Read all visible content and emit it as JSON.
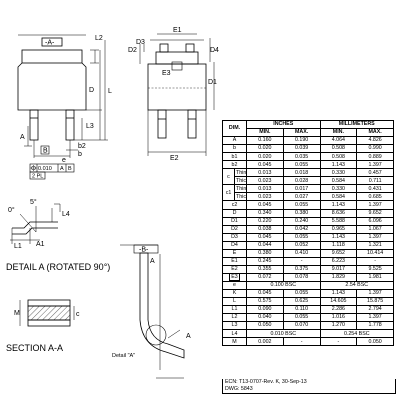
{
  "drawing_labels": {
    "datum_a": "-A-",
    "datum_b": "-B-",
    "L2": "L2",
    "D": "D",
    "L": "L",
    "L3": "L3",
    "A": "A",
    "B": "B",
    "b2": "b2",
    "b": "b",
    "e": "e",
    "tol_value": "0.010",
    "tol_ab": "A",
    "tol_bb": "B",
    "two_pl": "2 PL",
    "D2": "D2",
    "D3": "D3",
    "E1": "E1",
    "D4": "D4",
    "E3": "E3",
    "D1": "D1",
    "E2": "E2",
    "angle_left": "0°",
    "angle_right": "5°",
    "L4": "L4",
    "L1": "L1",
    "A1": "A1",
    "detail_title": "DETAIL A (ROTATED 90°)",
    "section_title": "SECTION A-A",
    "M": "M",
    "c": "c",
    "detail_ref": "Detail \"A\"",
    "aa_left": "A",
    "aa_right": "A"
  },
  "table": {
    "header_inches": "INCHES",
    "header_mm": "MILLIMETERS",
    "col_dim": "DIM.",
    "col_min": "MIN.",
    "col_max": "MAX.",
    "rows": [
      {
        "dim": "A",
        "sub": "",
        "in_min": "0.160",
        "in_max": "0.190",
        "mm_min": "4.064",
        "mm_max": "4.826"
      },
      {
        "dim": "b",
        "sub": "",
        "in_min": "0.020",
        "in_max": "0.039",
        "mm_min": "0.508",
        "mm_max": "0.990"
      },
      {
        "dim": "b1",
        "sub": "",
        "in_min": "0.020",
        "in_max": "0.035",
        "mm_min": "0.508",
        "mm_max": "0.889"
      },
      {
        "dim": "b2",
        "sub": "",
        "in_min": "0.045",
        "in_max": "0.055",
        "mm_min": "1.143",
        "mm_max": "1.397"
      },
      {
        "dim": "c",
        "sub": "Thin lead",
        "in_min": "0.013",
        "in_max": "0.018",
        "mm_min": "0.330",
        "mm_max": "0.457"
      },
      {
        "dim": "",
        "sub": "Thick lead",
        "in_min": "0.023",
        "in_max": "0.028",
        "mm_min": "0.584",
        "mm_max": "0.711"
      },
      {
        "dim": "c1",
        "sub": "Thin lead",
        "in_min": "0.013",
        "in_max": "0.017",
        "mm_min": "0.330",
        "mm_max": "0.431"
      },
      {
        "dim": "",
        "sub": "Thick lead",
        "in_min": "0.023",
        "in_max": "0.027",
        "mm_min": "0.584",
        "mm_max": "0.685"
      },
      {
        "dim": "c2",
        "sub": "",
        "in_min": "0.045",
        "in_max": "0.055",
        "mm_min": "1.143",
        "mm_max": "1.397"
      },
      {
        "dim": "D",
        "sub": "",
        "in_min": "0.340",
        "in_max": "0.380",
        "mm_min": "8.636",
        "mm_max": "9.652"
      },
      {
        "dim": "D1",
        "sub": "",
        "in_min": "0.220",
        "in_max": "0.240",
        "mm_min": "5.588",
        "mm_max": "6.096"
      },
      {
        "dim": "D2",
        "sub": "",
        "in_min": "0.038",
        "in_max": "0.042",
        "mm_min": "0.965",
        "mm_max": "1.067"
      },
      {
        "dim": "D3",
        "sub": "",
        "in_min": "0.045",
        "in_max": "0.055",
        "mm_min": "1.143",
        "mm_max": "1.397"
      },
      {
        "dim": "D4",
        "sub": "",
        "in_min": "0.044",
        "in_max": "0.052",
        "mm_min": "1.118",
        "mm_max": "1.321"
      },
      {
        "dim": "E",
        "sub": "",
        "in_min": "0.380",
        "in_max": "0.410",
        "mm_min": "9.652",
        "mm_max": "10.414"
      },
      {
        "dim": "E1",
        "sub": "",
        "in_min": "0.245",
        "in_max": "-",
        "mm_min": "6.223",
        "mm_max": "-"
      },
      {
        "dim": "E2",
        "sub": "",
        "in_min": "0.355",
        "in_max": "0.375",
        "mm_min": "9.017",
        "mm_max": "9.525"
      },
      {
        "dim": "E3",
        "sub": "",
        "in_min": "0.072",
        "in_max": "0.078",
        "mm_min": "1.829",
        "mm_max": "1.981"
      },
      {
        "dim": "e",
        "sub": "",
        "in_span": "0.100 BSC",
        "mm_span": "2.54 BSC"
      },
      {
        "dim": "K",
        "sub": "",
        "in_min": "0.045",
        "in_max": "0.055",
        "mm_min": "1.143",
        "mm_max": "1.397"
      },
      {
        "dim": "L",
        "sub": "",
        "in_min": "0.575",
        "in_max": "0.625",
        "mm_min": "14.605",
        "mm_max": "15.875"
      },
      {
        "dim": "L1",
        "sub": "",
        "in_min": "0.090",
        "in_max": "0.110",
        "mm_min": "2.286",
        "mm_max": "2.794"
      },
      {
        "dim": "L2",
        "sub": "",
        "in_min": "0.040",
        "in_max": "0.055",
        "mm_min": "1.016",
        "mm_max": "1.397"
      },
      {
        "dim": "L3",
        "sub": "",
        "in_min": "0.050",
        "in_max": "0.070",
        "mm_min": "1.270",
        "mm_max": "1.778"
      },
      {
        "dim": "L4",
        "sub": "",
        "in_span": "0.010 BSC",
        "mm_span": "0.254 BSC"
      },
      {
        "dim": "M",
        "sub": "",
        "in_min": "0.002",
        "in_max": "-",
        "mm_min": "-",
        "mm_max": "0.050"
      }
    ],
    "footer_ecn": "ECN: T13-0707-Rev. K, 30-Sep-13",
    "footer_dwg": "DWG: 5843"
  }
}
